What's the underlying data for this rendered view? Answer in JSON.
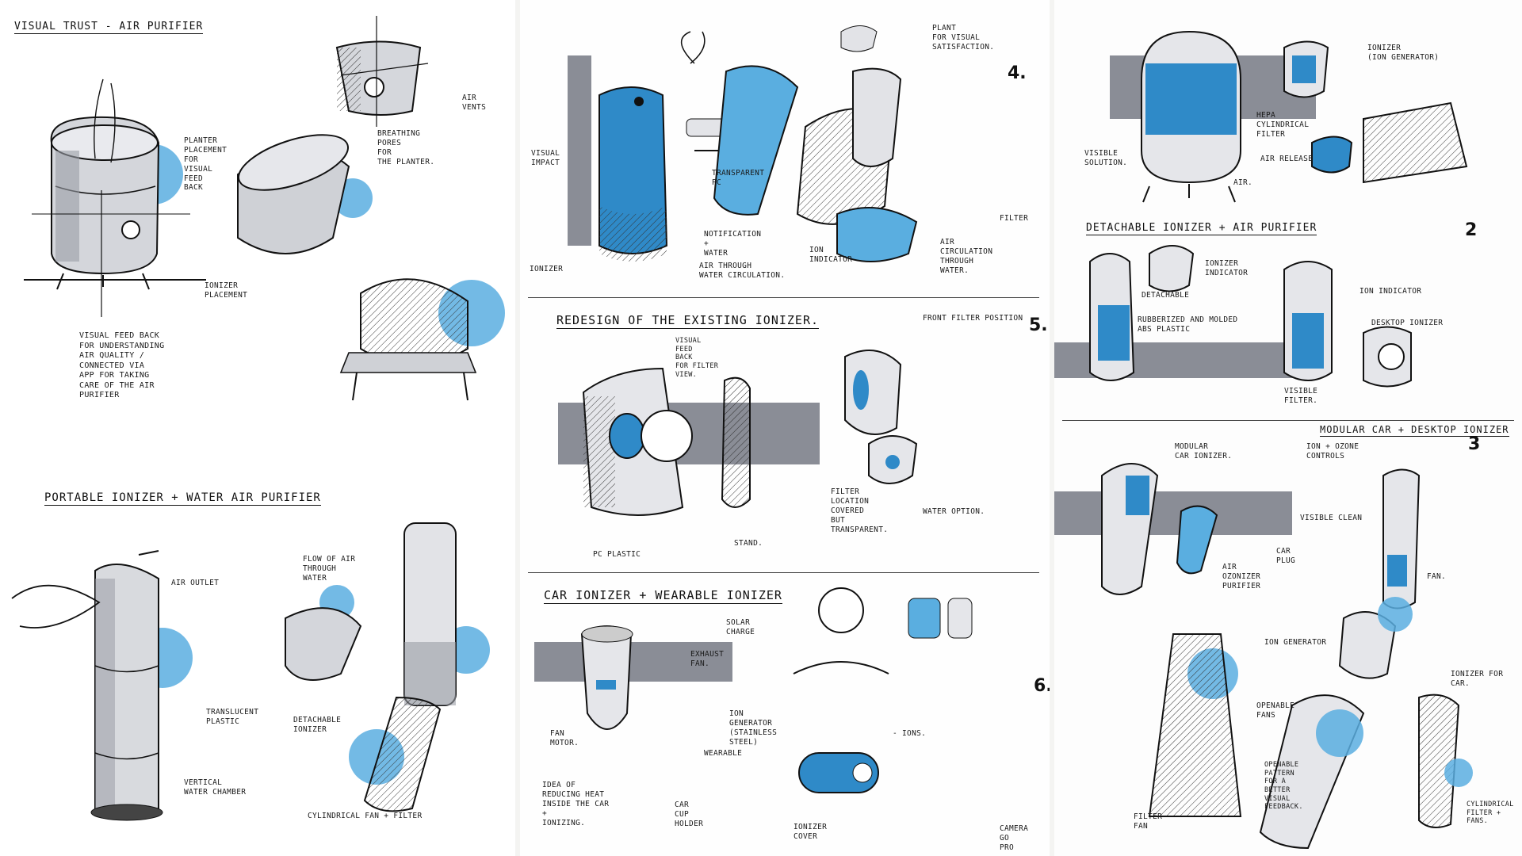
{
  "panel1": {
    "title": "VISUAL TRUST - AIR PURIFIER",
    "s1": {
      "planter": "PLANTER\nPLACEMENT\nFOR\nVISUAL\nFEED\nBACK",
      "ionizer": "IONIZER\nPLACEMENT",
      "feedback": "VISUAL FEED BACK\nFOR UNDERSTANDING\nAIR QUALITY /\nCONNECTED VIA\nAPP FOR TAKING\nCARE OF THE AIR\nPURIFIER",
      "vents": "AIR\nVENTS",
      "pores": "BREATHING\nPORES\nFOR\nTHE PLANTER."
    },
    "portable_title": "PORTABLE IONIZER + WATER AIR PURIFIER",
    "s2": {
      "outlet": "AIR OUTLET",
      "translucent": "TRANSLUCENT\nPLASTIC",
      "vertical": "VERTICAL\nWATER CHAMBER",
      "flow": "FLOW OF AIR\nTHROUGH\nWATER",
      "detachable": "DETACHABLE\nIONIZER",
      "cyl": "CYLINDRICAL FAN + FILTER"
    }
  },
  "panel2": {
    "s4": {
      "number": "4.",
      "visual_impact": "VISUAL\nIMPACT",
      "transparent": "TRANSPARENT\nPC",
      "notification": "NOTIFICATION\n+\nWATER",
      "air_through": "AIR THROUGH\nWATER CIRCULATION.",
      "ionizer": "IONIZER",
      "ion_indicator": "ION\nINDICATOR",
      "plant": "PLANT\nFOR VISUAL\nSATISFACTION.",
      "filter": "FILTER",
      "air_circ": "AIR\nCIRCULATION\nTHROUGH\nWATER."
    },
    "s5": {
      "title": "REDESIGN OF THE EXISTING IONIZER.",
      "number": "5.",
      "visual_feed": "VISUAL\nFEED\nBACK\nFOR FILTER\nVIEW.",
      "front_filter": "FRONT FILTER POSITION",
      "filter_location": "FILTER\nLOCATION\nCOVERED\nBUT\nTRANSPARENT.",
      "pc_plastic": "PC PLASTIC",
      "stand": "STAND.",
      "water_option": "WATER OPTION."
    },
    "s6": {
      "title": "CAR IONIZER + WEARABLE IONIZER",
      "number": "6.",
      "solar": "SOLAR\nCHARGE",
      "exhaust": "EXHAUST\nFAN.",
      "ion_gen": "ION\nGENERATOR\n(STAINLESS\nSTEEL)",
      "fan_motor": "FAN\nMOTOR.",
      "idea": "IDEA OF\nREDUCING HEAT\nINSIDE THE CAR\n+\nIONIZING.",
      "car_cup": "CAR\nCUP\nHOLDER",
      "wearable": "WEARABLE",
      "ions": "- IONS.",
      "ionizer_cover": "IONIZER\nCOVER",
      "camera": "CAMERA\nGO\nPRO"
    }
  },
  "panel3": {
    "s1": {
      "ionizer": "IONIZER\n(ION GENERATOR)",
      "filter": "HEPA\nCYLINDRICAL\nFILTER",
      "release": "AIR RELEASE",
      "visible": "VISIBLE\nSOLUTION.",
      "air": "AIR."
    },
    "s2": {
      "title": "DETACHABLE IONIZER + AIR PURIFIER",
      "number": "2",
      "ion_ind1": "IONIZER\nINDICATOR",
      "detachable": "DETACHABLE",
      "rubberized": "RUBBERIZED AND MOLDED\nABS PLASTIC",
      "ion_ind2": "ION INDICATOR",
      "desktop": "DESKTOP IONIZER",
      "visible_filter": "VISIBLE\nFILTER."
    },
    "s3": {
      "title": "MODULAR CAR + DESKTOP IONIZER",
      "number": "3",
      "modular": "MODULAR\nCAR IONIZER.",
      "ozone": "ION + OZONE\nCONTROLS",
      "visible_clean": "VISIBLE CLEAN",
      "car_plug": "CAR\nPLUG",
      "air_ozon": "AIR\nOZONIZER\nPURIFIER",
      "fan": "FAN."
    },
    "s4": {
      "ion_gen": "ION GENERATOR",
      "ionizer_car": "IONIZER FOR\nCAR.",
      "openable": "OPENABLE\nFANS",
      "pattern": "OPENABLE\nPATTERN\nFOR A\nBETTER\nVISUAL\nFEEDBACK.",
      "cyl_filter": "CYLINDRICAL\nFILTER +\nFANS.",
      "filter_fan": "FILTER\nFAN"
    }
  },
  "colors": {
    "blue": "#5aaee0",
    "blue_dark": "#2f8ac8",
    "grey": "#8a8d96",
    "grey_light": "#c9cbd1",
    "ink": "#1a1a1a"
  }
}
